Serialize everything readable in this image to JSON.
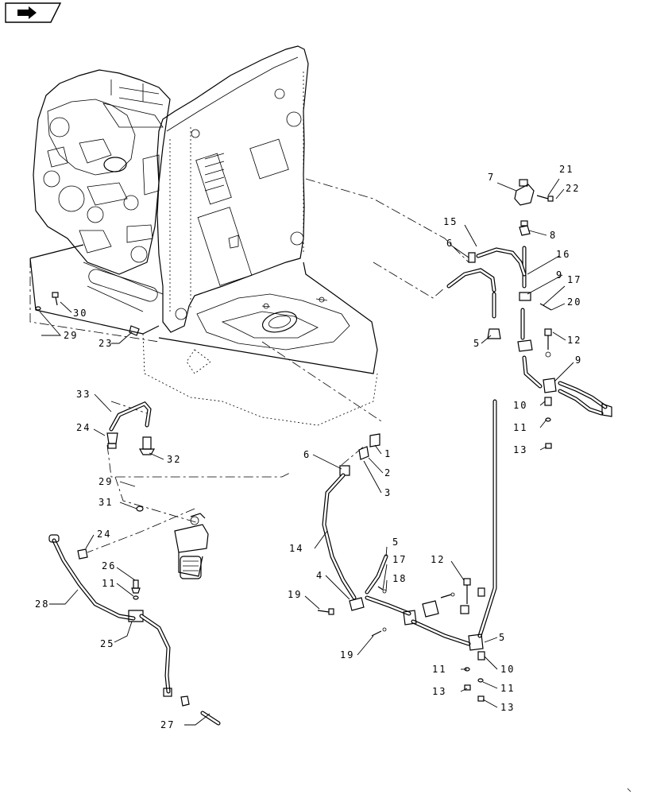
{
  "nav": {
    "icon": "page-arrow-icon"
  },
  "callouts": [
    {
      "id": "c1",
      "text": "1"
    },
    {
      "id": "c2",
      "text": "2"
    },
    {
      "id": "c3",
      "text": "3"
    },
    {
      "id": "c4",
      "text": "4"
    },
    {
      "id": "c5a",
      "text": "5"
    },
    {
      "id": "c5b",
      "text": "5"
    },
    {
      "id": "c5c",
      "text": "5"
    },
    {
      "id": "c6a",
      "text": "6"
    },
    {
      "id": "c6b",
      "text": "6"
    },
    {
      "id": "c7",
      "text": "7"
    },
    {
      "id": "c8",
      "text": "8"
    },
    {
      "id": "c9a",
      "text": "9"
    },
    {
      "id": "c9b",
      "text": "9"
    },
    {
      "id": "c10a",
      "text": "10"
    },
    {
      "id": "c10b",
      "text": "10"
    },
    {
      "id": "c11a",
      "text": "11"
    },
    {
      "id": "c11b",
      "text": "11"
    },
    {
      "id": "c11c",
      "text": "11"
    },
    {
      "id": "c11d",
      "text": "11"
    },
    {
      "id": "c12a",
      "text": "12"
    },
    {
      "id": "c12b",
      "text": "12"
    },
    {
      "id": "c13a",
      "text": "13"
    },
    {
      "id": "c13b",
      "text": "13"
    },
    {
      "id": "c13c",
      "text": "13"
    },
    {
      "id": "c14",
      "text": "14"
    },
    {
      "id": "c15",
      "text": "15"
    },
    {
      "id": "c16",
      "text": "16"
    },
    {
      "id": "c17a",
      "text": "17"
    },
    {
      "id": "c17b",
      "text": "17"
    },
    {
      "id": "c18",
      "text": "18"
    },
    {
      "id": "c19a",
      "text": "19"
    },
    {
      "id": "c19b",
      "text": "19"
    },
    {
      "id": "c20",
      "text": "20"
    },
    {
      "id": "c21",
      "text": "21"
    },
    {
      "id": "c22",
      "text": "22"
    },
    {
      "id": "c23",
      "text": "23"
    },
    {
      "id": "c24a",
      "text": "24"
    },
    {
      "id": "c24b",
      "text": "24"
    },
    {
      "id": "c25",
      "text": "25"
    },
    {
      "id": "c26",
      "text": "26"
    },
    {
      "id": "c27",
      "text": "27"
    },
    {
      "id": "c28",
      "text": "28"
    },
    {
      "id": "c29a",
      "text": "29"
    },
    {
      "id": "c29b",
      "text": "29"
    },
    {
      "id": "c30",
      "text": "30"
    },
    {
      "id": "c31",
      "text": "31"
    },
    {
      "id": "c32",
      "text": "32"
    },
    {
      "id": "c33",
      "text": "33"
    }
  ]
}
